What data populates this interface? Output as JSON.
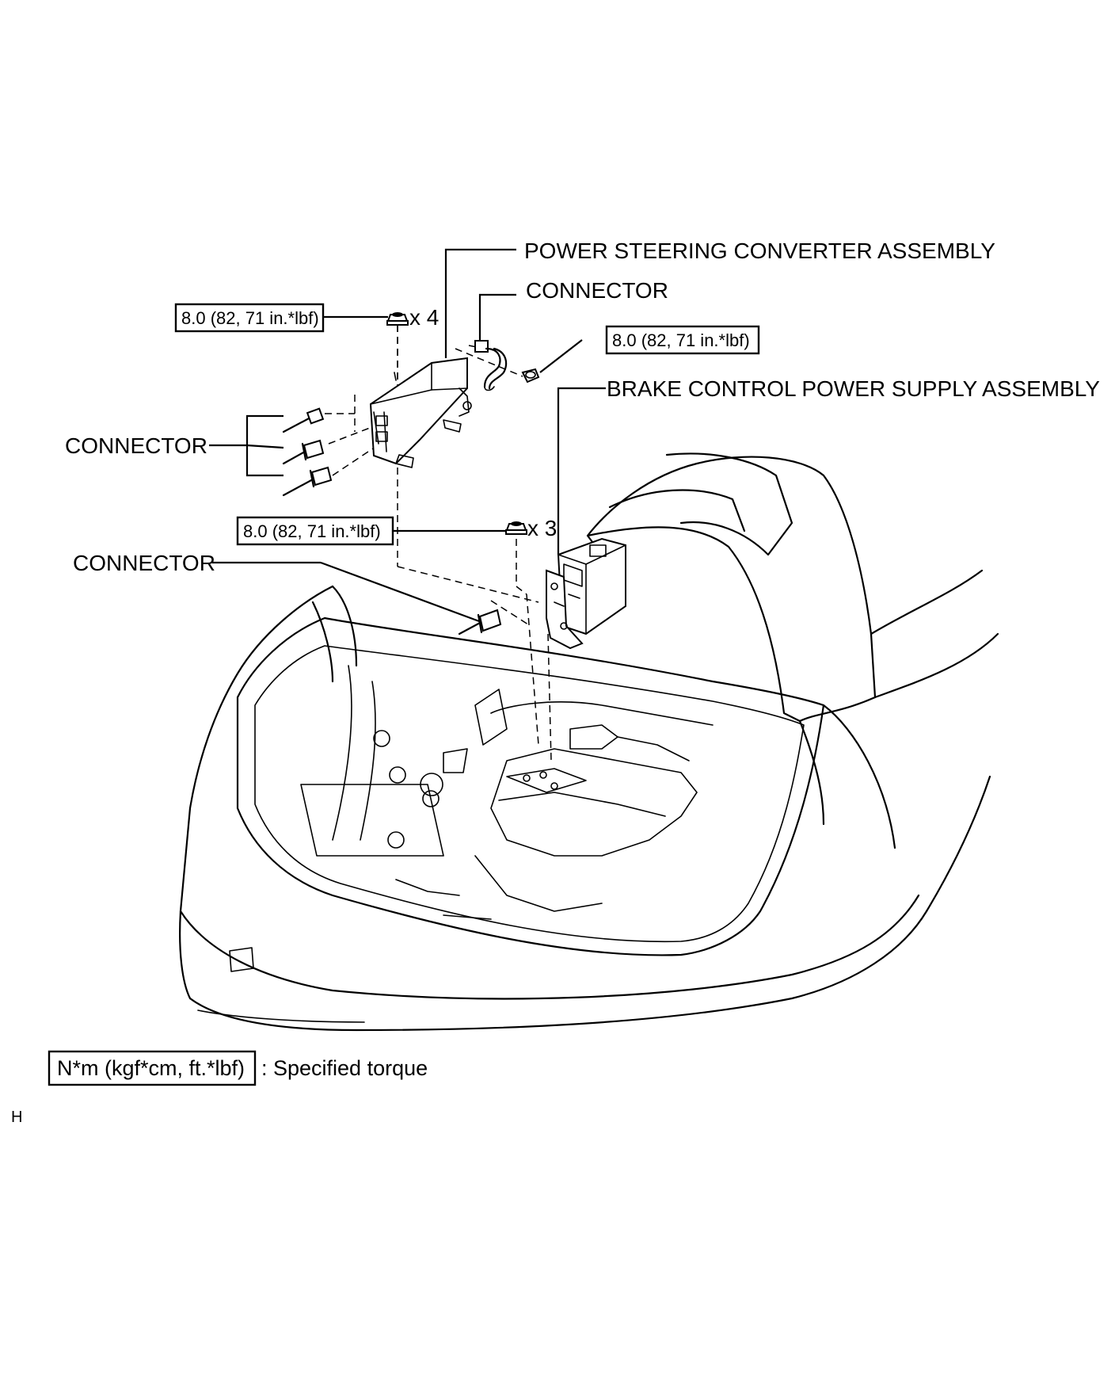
{
  "labels": {
    "power_steering_converter": "POWER STEERING CONVERTER ASSEMBLY",
    "connector_top": "CONNECTOR",
    "brake_control_power_supply": "BRAKE CONTROL POWER SUPPLY ASSEMBLY",
    "connector_left": "CONNECTOR",
    "connector_bottom": "CONNECTOR"
  },
  "torque_specs": {
    "nut_top_left": "8.0 (82, 71 in.*lbf)",
    "nut_top_right": "8.0 (82, 71 in.*lbf)",
    "nut_middle": "8.0 (82, 71 in.*lbf)"
  },
  "quantities": {
    "nut_top_left": "x 4",
    "nut_middle": "x 3"
  },
  "legend": {
    "unit_box": "N*m (kgf*cm, ft.*lbf)",
    "description": ": Specified torque"
  },
  "corner_mark": "H",
  "icons": [
    "nut-icon",
    "connector-plug-icon",
    "converter-module-icon",
    "power-supply-module-icon",
    "vehicle-trunk-icon"
  ]
}
